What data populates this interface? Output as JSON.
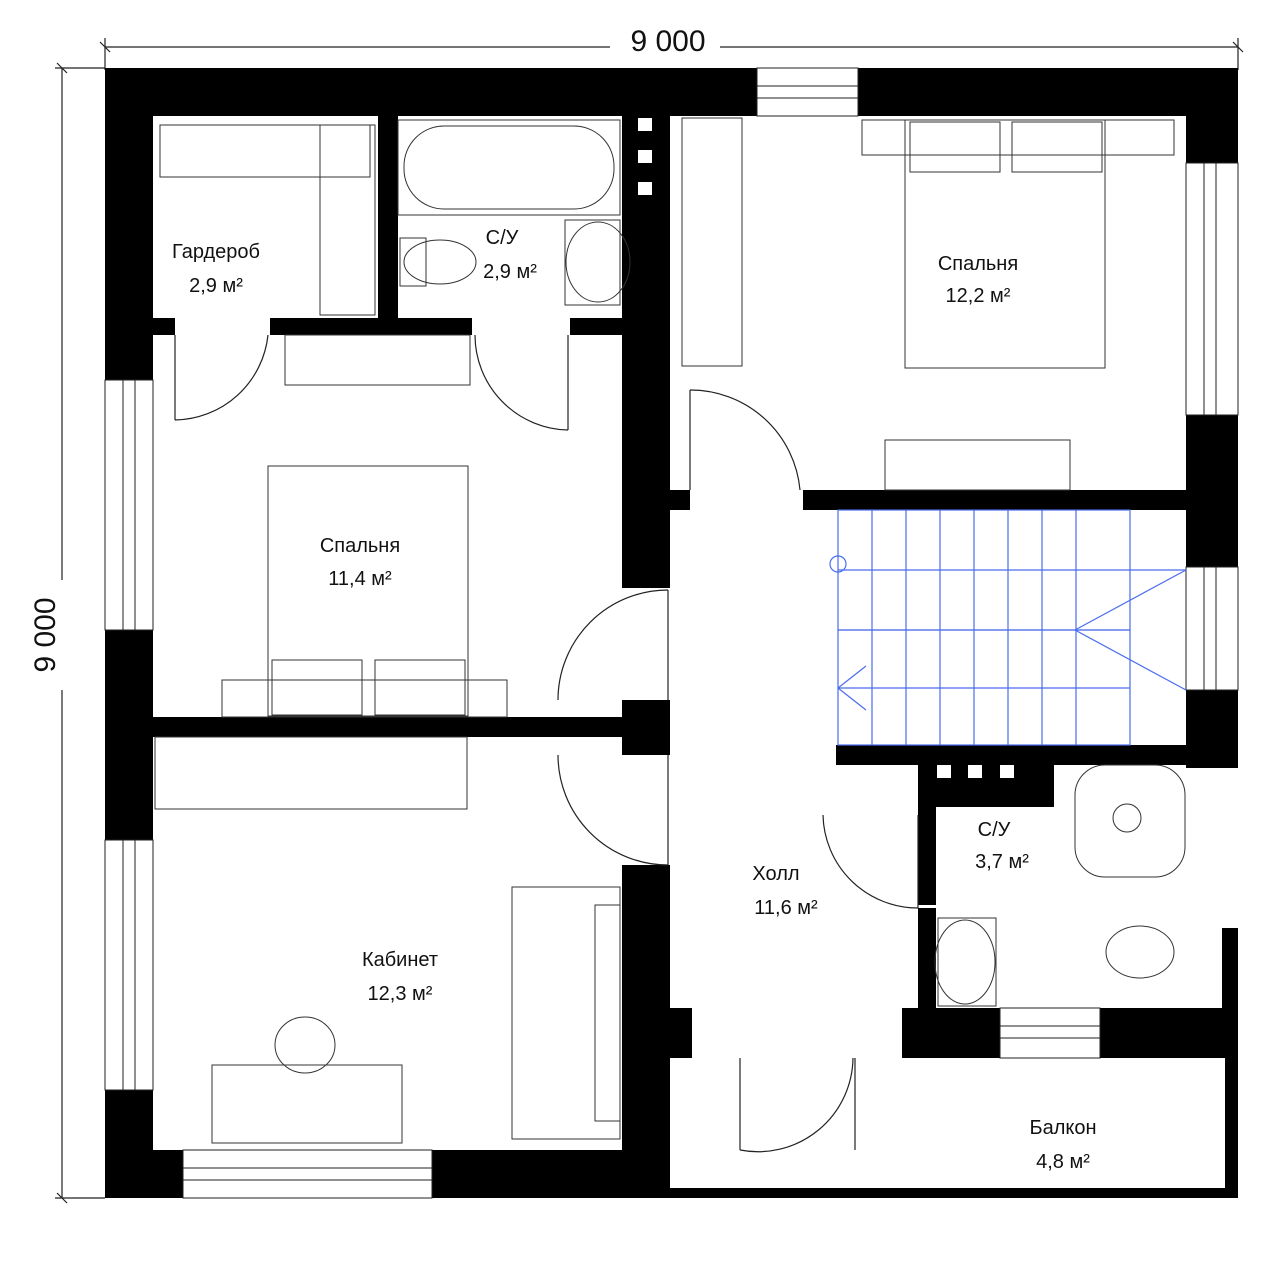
{
  "dimensions": {
    "width": "9 000",
    "height": "9 000"
  },
  "rooms": [
    {
      "key": "wardrobe",
      "name": "Гардероб",
      "area": "2,9 м²"
    },
    {
      "key": "bathroom_top",
      "name": "С/У",
      "area": "2,9 м²"
    },
    {
      "key": "bedroom_right",
      "name": "Спальня",
      "area": "12,2 м²"
    },
    {
      "key": "bedroom_left",
      "name": "Спальня",
      "area": "11,4 м²"
    },
    {
      "key": "bathroom_right",
      "name": "С/У",
      "area": "3,7 м²"
    },
    {
      "key": "hall",
      "name": "Холл",
      "area": "11,6 м²"
    },
    {
      "key": "office",
      "name": "Кабинет",
      "area": "12,3 м²"
    },
    {
      "key": "balcony",
      "name": "Балкон",
      "area": "4,8 м²"
    }
  ],
  "colors": {
    "wall": "#000000",
    "line": "#222222",
    "stairs": "#4a6cf0"
  }
}
